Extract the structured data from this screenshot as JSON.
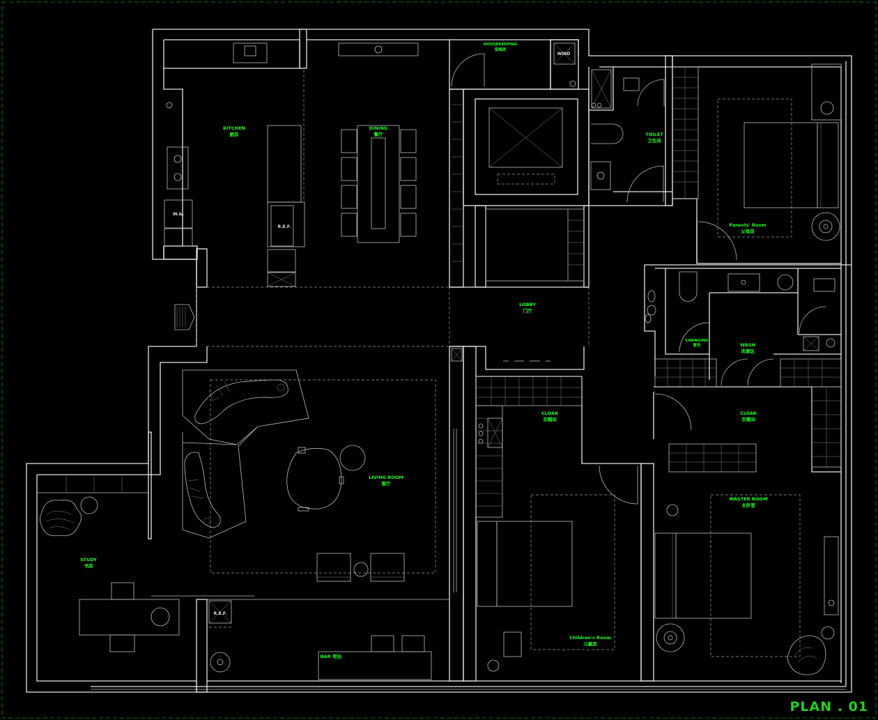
{
  "drawing": {
    "title": "PLAN . 01",
    "frame_color": "#0a7a0a",
    "label_color": "#22ff22",
    "line_color": "#e6e6e6"
  },
  "rooms": {
    "housekeeping": {
      "en": "HOUSEKEEPING",
      "cn": "保姆房"
    },
    "wind": {
      "en": "WIND"
    },
    "kitchen": {
      "en": "KITCHEN",
      "cn": "厨房"
    },
    "dining": {
      "en": "DINING",
      "cn": "餐厅"
    },
    "toilet": {
      "en": "TOILET",
      "cn": "卫生间"
    },
    "parents": {
      "en": "Parents' Room",
      "cn": "父母房"
    },
    "lobby": {
      "en": "LOBBY",
      "cn": "门厅"
    },
    "wash": {
      "en": "WASH",
      "cn": "洗漱区"
    },
    "changing": {
      "en": "CHANGING",
      "cn": "更衣"
    },
    "cloak_child": {
      "en": "CLOAK",
      "cn": "衣帽间"
    },
    "cloak_master": {
      "en": "CLOAK",
      "cn": "衣帽间"
    },
    "living": {
      "en": "LIVING ROOM",
      "cn": "客厅"
    },
    "master": {
      "en": "MASTER ROOM",
      "cn": "主卧室"
    },
    "study": {
      "en": "STUDY",
      "cn": "书房"
    },
    "children": {
      "en": "Children's Room",
      "cn": "儿童房"
    },
    "bar": {
      "en": "BAR",
      "cn": "吧台"
    }
  },
  "fixtures": {
    "ref_kitchen": "R.E.F.",
    "ref_bar": "R.E.F.",
    "wd": "W.&."
  }
}
